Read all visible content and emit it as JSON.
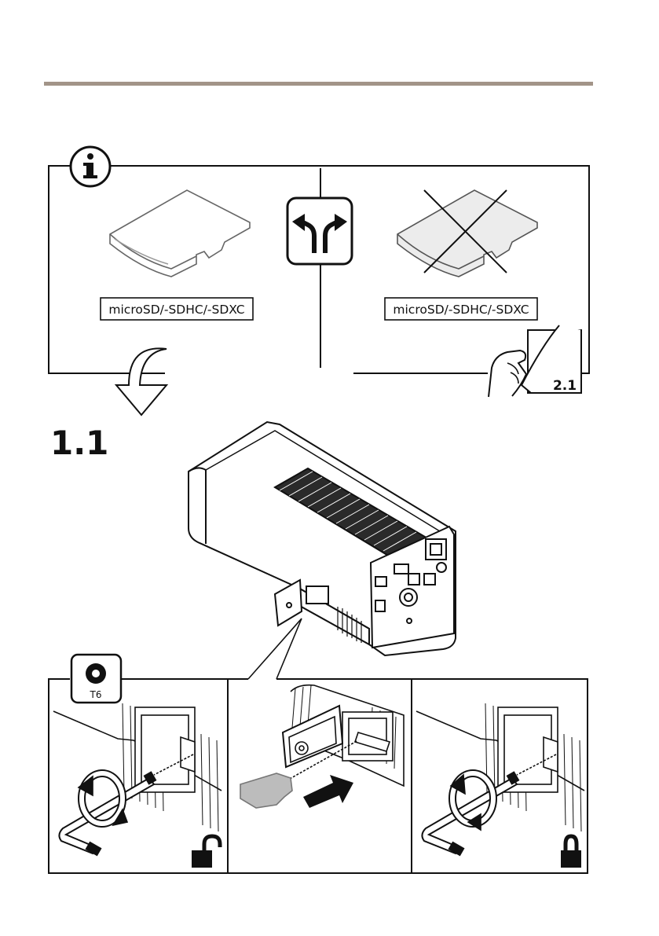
{
  "header": {
    "rule_color": "#a29488"
  },
  "info_panel": {
    "icon": "info-icon",
    "choice_icon": "split-arrow-icon",
    "supported_card_label": "microSD/-SDHC/-SDXC",
    "unsupported_card_label": "microSD/-SDHC/-SDXC",
    "page_ref": "2.1",
    "page_ref_icon": "page-turn-icon"
  },
  "step": {
    "number": "1.1",
    "tool_label": "T6",
    "tool_icon": "torx-icon",
    "unlock_icon": "unlocked-padlock-icon",
    "lock_icon": "locked-padlock-icon"
  }
}
